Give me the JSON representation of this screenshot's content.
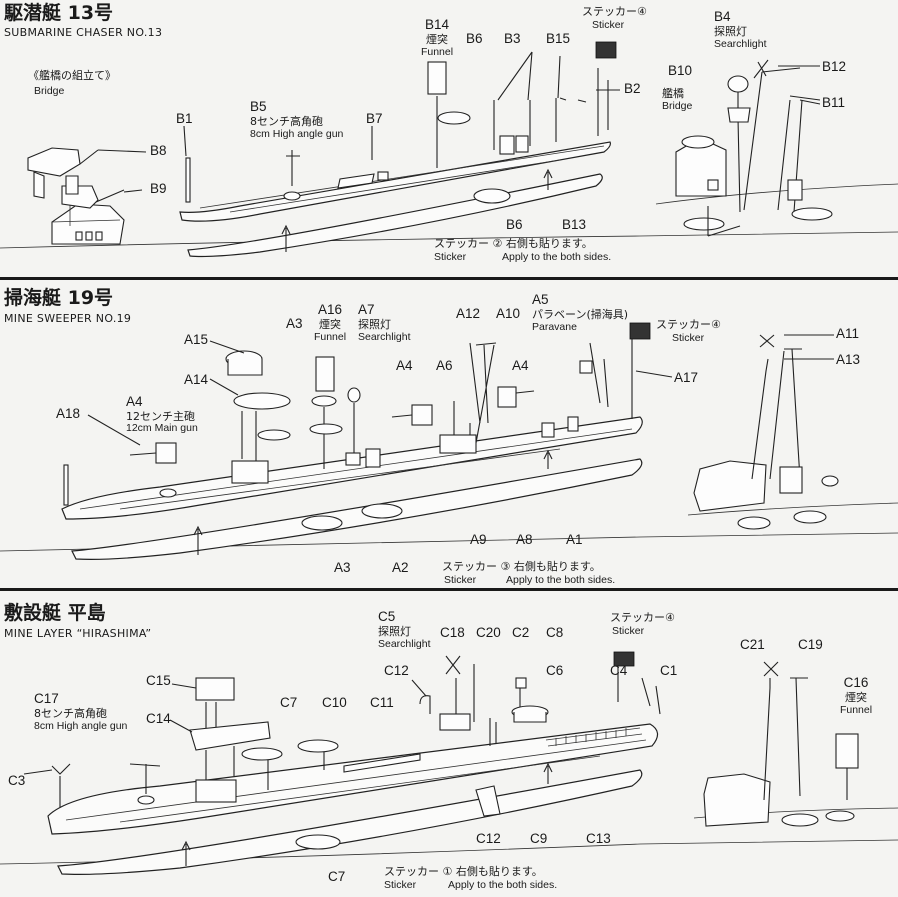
{
  "sections": {
    "s1": {
      "title_jp": "駆潜艇 13号",
      "title_en": "SUBMARINE CHASER NO.13",
      "bridge_jp": "《艦橋の組立て》",
      "bridge_en": "Bridge",
      "labels": {
        "B1": "B1",
        "B2": "B2",
        "B3": "B3",
        "B4": "B4",
        "B5": "B5",
        "B6a": "B6",
        "B6b": "B6",
        "B7": "B7",
        "B8": "B8",
        "B9": "B9",
        "B10": "B10",
        "B11": "B11",
        "B12": "B12",
        "B13": "B13",
        "B14": "B14",
        "B15": "B15"
      },
      "b14_jp": "煙突",
      "b14_en": "Funnel",
      "b5_jp": "8センチ高角砲",
      "b5_en": "8cm High angle gun",
      "b4_jp": "探照灯",
      "b4_en": "Searchlight",
      "b10_jp": "艦橋",
      "b10_en": "Bridge",
      "sticker_top_jp": "ステッカー",
      "sticker_top_num": "④",
      "sticker_top_en": "Sticker",
      "sticker_bottom_jp": "ステッカー",
      "sticker_bottom_num": "②",
      "sticker_bottom_side_jp": "右側も貼ります。",
      "sticker_bottom_en": "Sticker",
      "sticker_bottom_side_en": "Apply to the both sides."
    },
    "s2": {
      "title_jp": "掃海艇 19号",
      "title_en": "MINE SWEEPER NO.19",
      "labels": {
        "A1": "A1",
        "A2": "A2",
        "A3a": "A3",
        "A3b": "A3",
        "A4a": "A4",
        "A4b": "A4",
        "A4c": "A4",
        "A5": "A5",
        "A6": "A6",
        "A7": "A7",
        "A8": "A8",
        "A9": "A9",
        "A10": "A10",
        "A11": "A11",
        "A12": "A12",
        "A13": "A13",
        "A14": "A14",
        "A15": "A15",
        "A16": "A16",
        "A17": "A17",
        "A18": "A18"
      },
      "a16_jp": "煙突",
      "a16_en": "Funnel",
      "a7_jp": "探照灯",
      "a7_en": "Searchlight",
      "a5_jp": "パラベーン(掃海具)",
      "a5_en": "Paravane",
      "a4_jp": "12センチ主砲",
      "a4_en": "12cm Main gun",
      "sticker_top_jp": "ステッカー",
      "sticker_top_num": "④",
      "sticker_top_en": "Sticker",
      "sticker_bottom_jp": "ステッカー",
      "sticker_bottom_num": "③",
      "sticker_bottom_side_jp": "右側も貼ります。",
      "sticker_bottom_en": "Sticker",
      "sticker_bottom_side_en": "Apply to the both sides."
    },
    "s3": {
      "title_jp": "敷設艇 平島",
      "title_en": "MINE LAYER “HIRASHIMA”",
      "labels": {
        "C1": "C1",
        "C2": "C2",
        "C3": "C3",
        "C4": "C4",
        "C5": "C5",
        "C6": "C6",
        "C7a": "C7",
        "C7b": "C7",
        "C8": "C8",
        "C9": "C9",
        "C10": "C10",
        "C11": "C11",
        "C12a": "C12",
        "C12b": "C12",
        "C13": "C13",
        "C14": "C14",
        "C15": "C15",
        "C16": "C16",
        "C17": "C17",
        "C18": "C18",
        "C19": "C19",
        "C20": "C20",
        "C21": "C21"
      },
      "c5_jp": "探照灯",
      "c5_en": "Searchlight",
      "c17_jp": "8センチ高角砲",
      "c17_en": "8cm High angle gun",
      "c16_jp": "煙突",
      "c16_en": "Funnel",
      "sticker_top_jp": "ステッカー",
      "sticker_top_num": "④",
      "sticker_top_en": "Sticker",
      "sticker_bottom_jp": "ステッカー",
      "sticker_bottom_num": "①",
      "sticker_bottom_side_jp": "右側も貼ります。",
      "sticker_bottom_en": "Sticker",
      "sticker_bottom_side_en": "Apply to the both sides."
    }
  }
}
